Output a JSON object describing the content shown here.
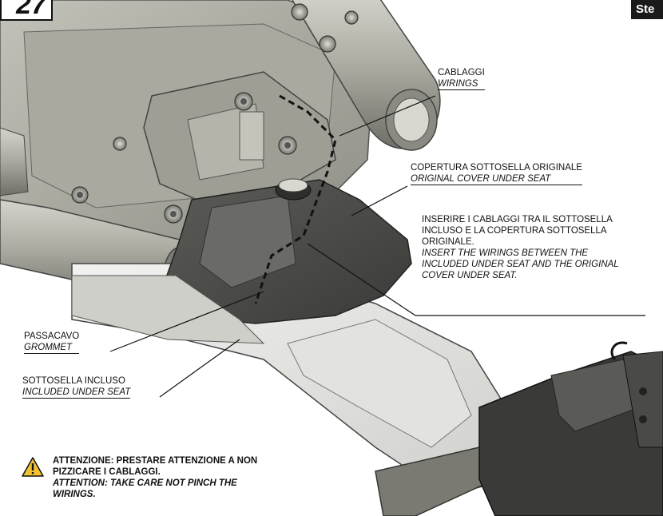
{
  "step": {
    "number": "27",
    "tab_label": "Ste"
  },
  "labels": {
    "wirings": {
      "it": "CABLAGGI",
      "en": "WIRINGS"
    },
    "cover": {
      "it": "COPERTURA SOTTOSELLA ORIGINALE",
      "en": "ORIGINAL COVER UNDER SEAT"
    },
    "insert": {
      "it": [
        "INSERIRE I CABLAGGI TRA IL SOTTOSELLA",
        "INCLUSO E LA COPERTURA SOTTOSELLA",
        "ORIGINALE."
      ],
      "en": [
        "INSERT THE WIRINGS BETWEEN THE",
        "INCLUDED UNDER SEAT AND THE ORIGINAL",
        "COVER UNDER SEAT."
      ]
    },
    "grommet": {
      "it": "PASSACAVO",
      "en": "GROMMET"
    },
    "included_seat": {
      "it": "SOTTOSELLA INCLUSO",
      "en": "INCLUDED UNDER SEAT"
    }
  },
  "warning": {
    "icon": "warning-triangle-icon",
    "lines": [
      "ATTENZIONE: PRESTARE ATTENZIONE A NON",
      "PIZZICARE I CABLAGGI.",
      "ATTENTION: TAKE CARE NOT PINCH THE",
      "WIRINGS."
    ],
    "color": "#f2c230"
  },
  "colors": {
    "frame": "#b8b8ac",
    "frame_dark": "#6e6e66",
    "cover": "#4a4a48",
    "seat": "#e8e8e6"
  }
}
